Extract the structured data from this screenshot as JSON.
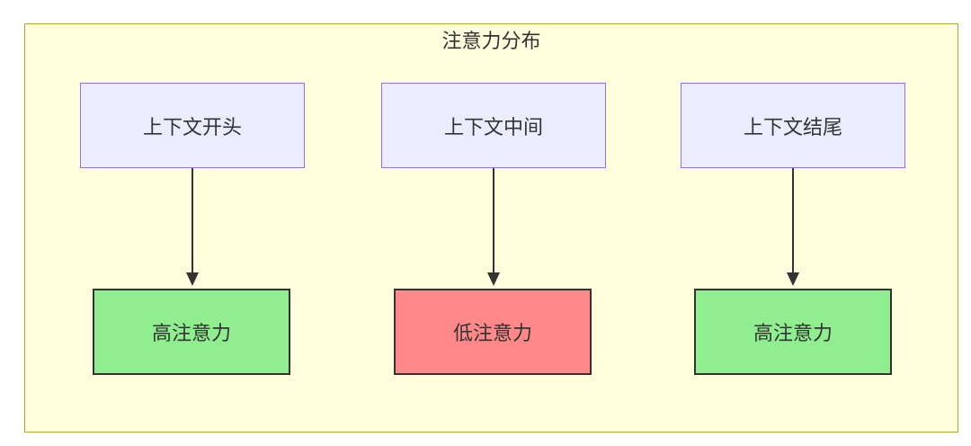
{
  "diagram": {
    "title": "注意力分布",
    "type": "flowchart",
    "columns": [
      {
        "source": "上下文开头",
        "result": "高注意力",
        "level": "high"
      },
      {
        "source": "上下文中间",
        "result": "低注意力",
        "level": "low"
      },
      {
        "source": "上下文结尾",
        "result": "高注意力",
        "level": "high"
      }
    ],
    "edges": [
      {
        "from": "上下文开头",
        "to": "高注意力"
      },
      {
        "from": "上下文中间",
        "to": "低注意力"
      },
      {
        "from": "上下文结尾",
        "to": "高注意力"
      }
    ],
    "colors": {
      "frame_background": "#ffffde",
      "frame_border": "#aaaa33",
      "source_fill": "#ececff",
      "source_border": "#9370db",
      "high_fill": "#90ee90",
      "low_fill": "#ff8888",
      "result_border": "#333333",
      "arrow": "#333333",
      "text": "#333333",
      "page_background": "#ffffff"
    }
  }
}
